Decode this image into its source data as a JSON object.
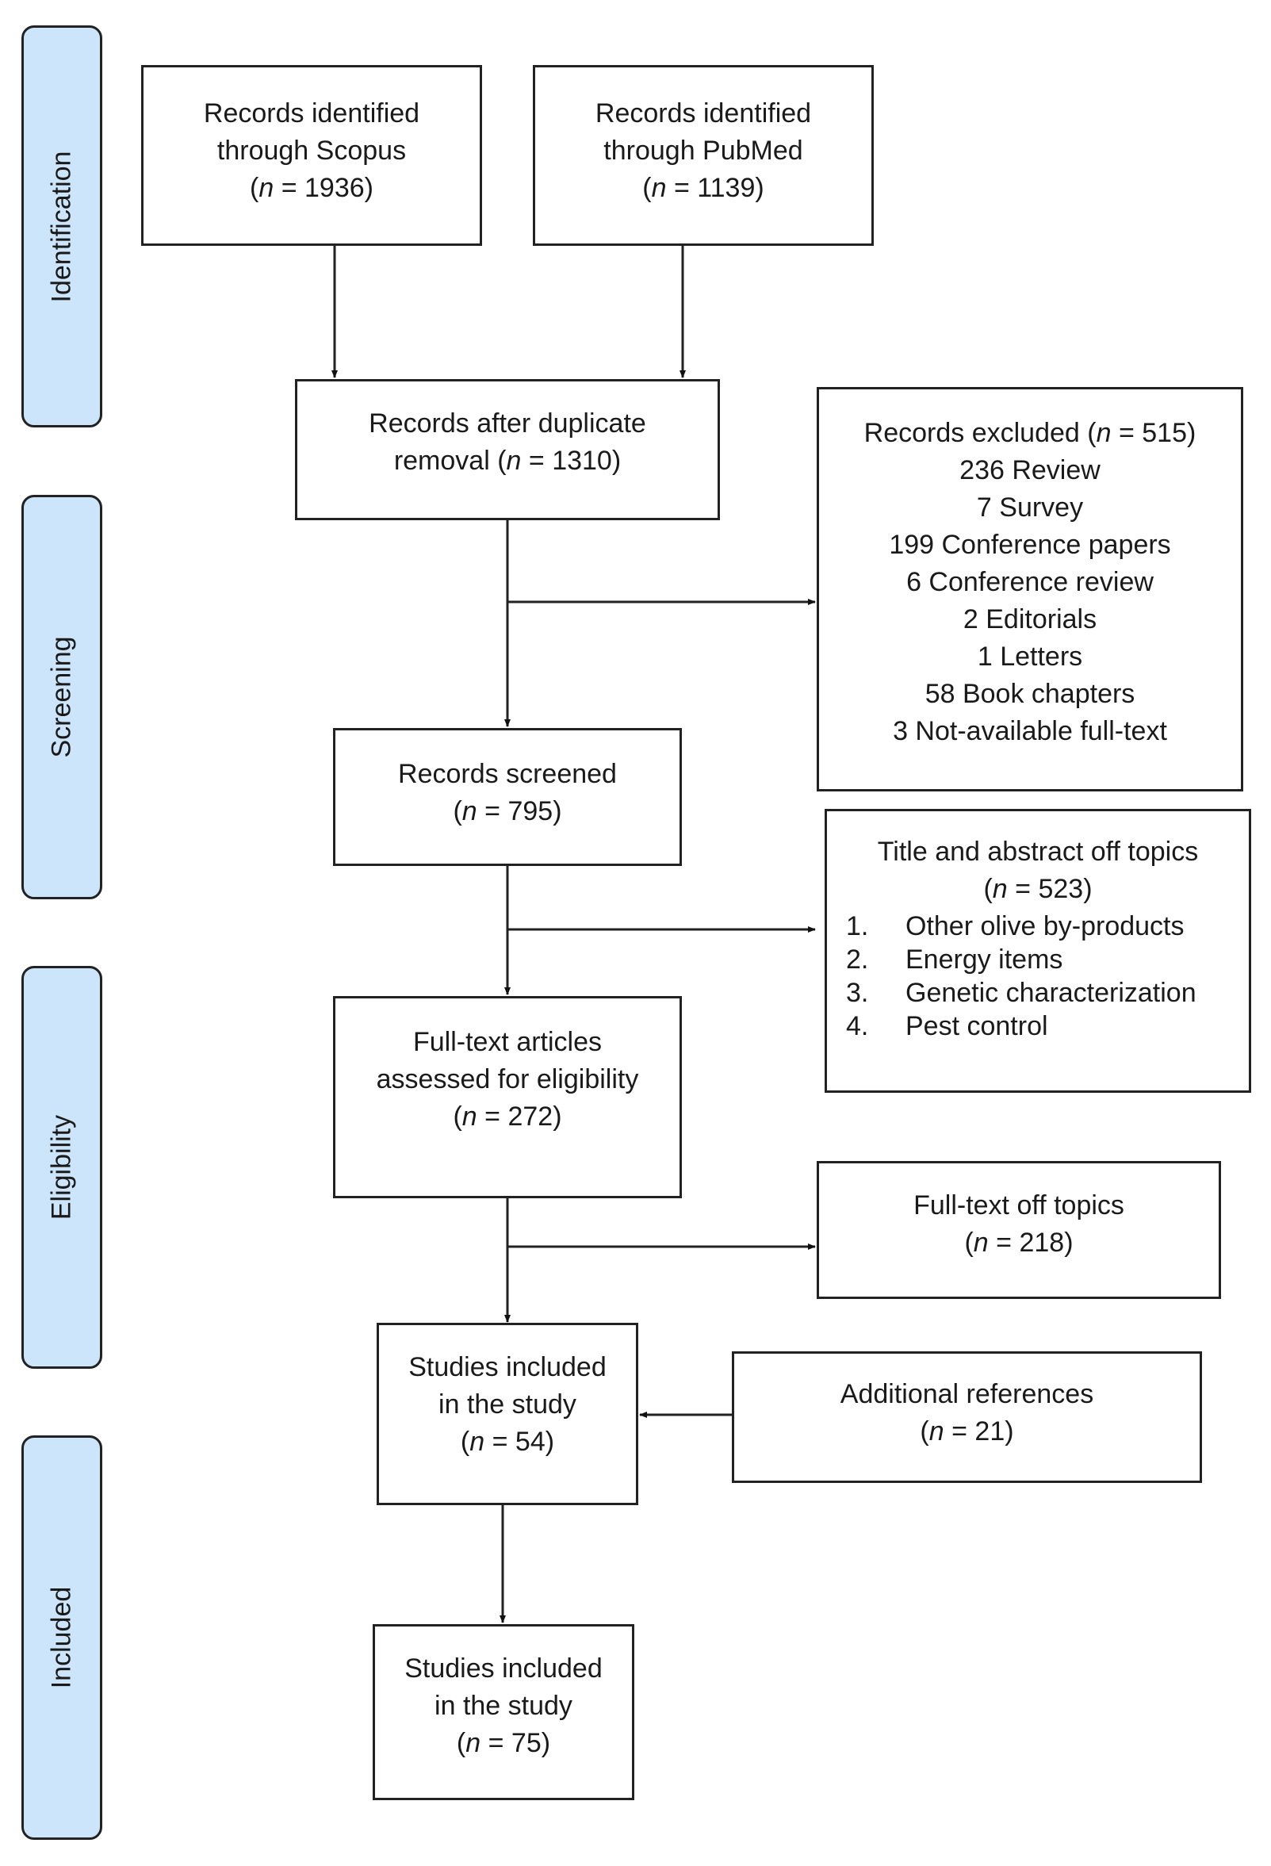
{
  "stages": {
    "identification": "Identification",
    "screening": "Screening",
    "eligibility": "Eligibility",
    "included": "Included"
  },
  "boxes": {
    "scopus": {
      "line1": "Records identified",
      "line2": "through Scopus",
      "n": "1936"
    },
    "pubmed": {
      "line1": "Records identified",
      "line2": "through PubMed",
      "n": "1139"
    },
    "duplicates": {
      "line1": "Records after duplicate",
      "line2_prefix": "removal (",
      "n": "1310"
    },
    "excluded": {
      "title_prefix": "Records excluded (",
      "n": "515",
      "items": [
        "236 Review",
        "7 Survey",
        "199 Conference papers",
        "6 Conference review",
        "2 Editorials",
        "1 Letters",
        "58 Book chapters",
        "3 Not-available full-text"
      ]
    },
    "screened": {
      "line1": "Records screened",
      "n": "795"
    },
    "offtopic": {
      "line1": "Title and abstract off topics",
      "n": "523",
      "items": [
        {
          "num": "1.",
          "text": "Other olive by-products"
        },
        {
          "num": "2.",
          "text": "Energy items"
        },
        {
          "num": "3.",
          "text": "Genetic characterization"
        },
        {
          "num": "4.",
          "text": "Pest control"
        }
      ]
    },
    "fulltext": {
      "line1": "Full-text articles",
      "line2": "assessed for eligibility",
      "n": "272"
    },
    "fulltext_off": {
      "line1": "Full-text off topics",
      "n": "218"
    },
    "included1": {
      "line1": "Studies included",
      "line2": "in the study",
      "n": "54"
    },
    "additional": {
      "line1": "Additional references",
      "n": "21"
    },
    "included2": {
      "line1": "Studies included",
      "line2": "in the study",
      "n": "75"
    }
  },
  "n_symbol": "n",
  "equals": " = "
}
